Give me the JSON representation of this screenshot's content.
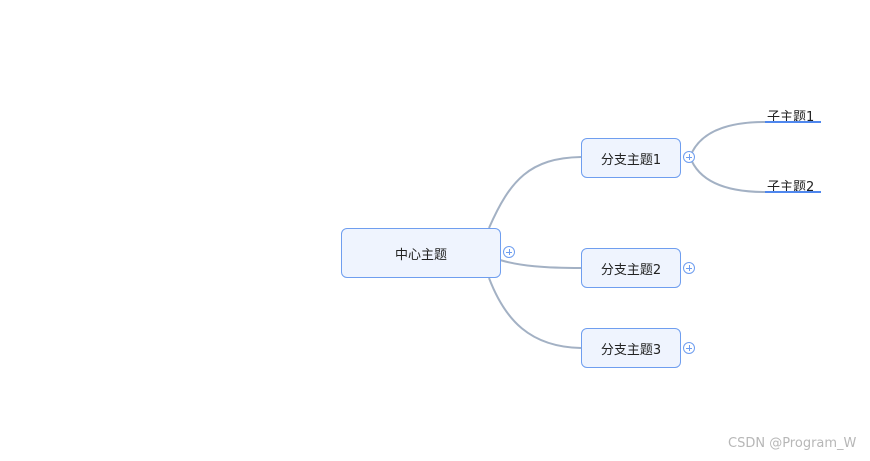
{
  "mindmap": {
    "center": {
      "label": "中心主题"
    },
    "branches": [
      {
        "label": "分支主题1",
        "children": [
          "子主题1",
          "子主题2"
        ]
      },
      {
        "label": "分支主题2"
      },
      {
        "label": "分支主题3"
      }
    ]
  },
  "watermark": "CSDN @Program_W",
  "colors": {
    "node_fill": "#eff4fe",
    "node_border": "#6f9eef",
    "connector": "#a3b1c4",
    "leaf_underline": "#4f87ee"
  },
  "icons": {
    "expander": "plus-circle-icon"
  }
}
